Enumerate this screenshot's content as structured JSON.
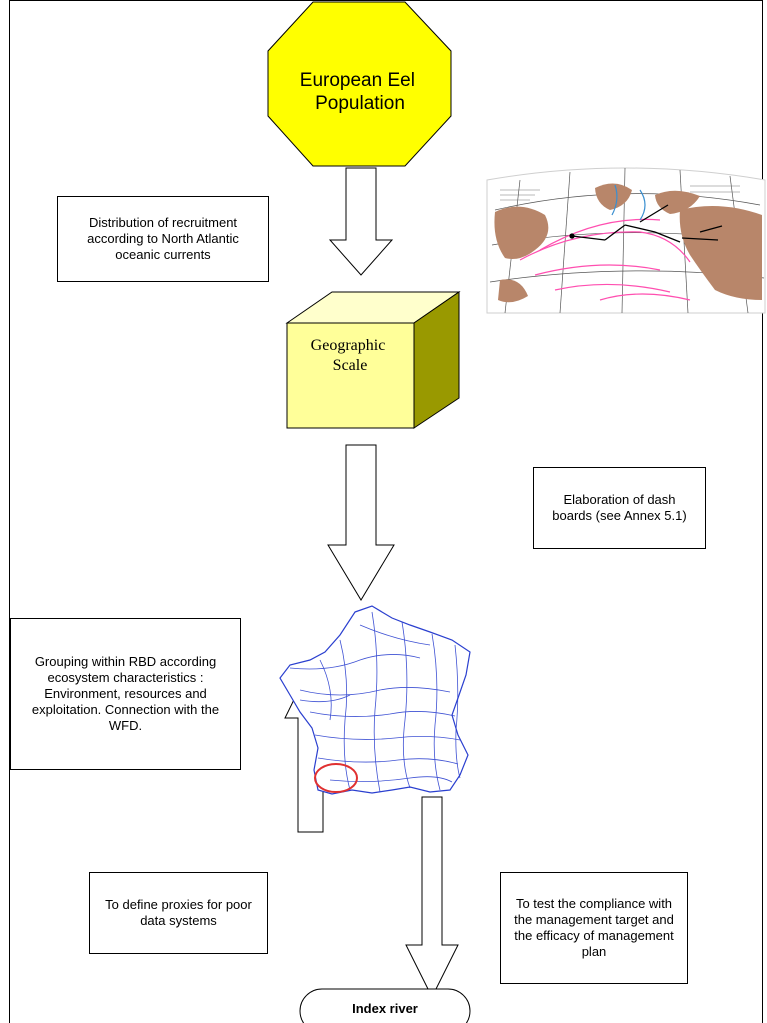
{
  "diagram": {
    "top_node": "European Eel\nPopulation",
    "cube_node": "Geographic\nScale",
    "bottom_node": "Index river",
    "box_recruitment": "Distribution of recruitment according to North Atlantic oceanic currents",
    "box_dashboards": "Elaboration of dash boards (see Annex 5.1)",
    "box_grouping": "Grouping within RBD according ecosystem characteristics : Environment, resources and exploitation. Connection with the WFD.",
    "box_proxies": "To define proxies for poor data systems",
    "box_compliance": "To test the compliance with the management target and the efficacy of management plan"
  },
  "colors": {
    "octagon_fill": "#ffff00",
    "cube_front": "#ffff99",
    "cube_top": "#ffffcc",
    "cube_side": "#999900",
    "highlight_ring": "#e03030",
    "map_ink": "#2a3fcf",
    "ocean_map_land": "#b8866a",
    "ocean_map_currents": "#ff4fb0"
  },
  "icons": [
    "atlantic-currents-map-image",
    "france-river-network-map-image"
  ]
}
